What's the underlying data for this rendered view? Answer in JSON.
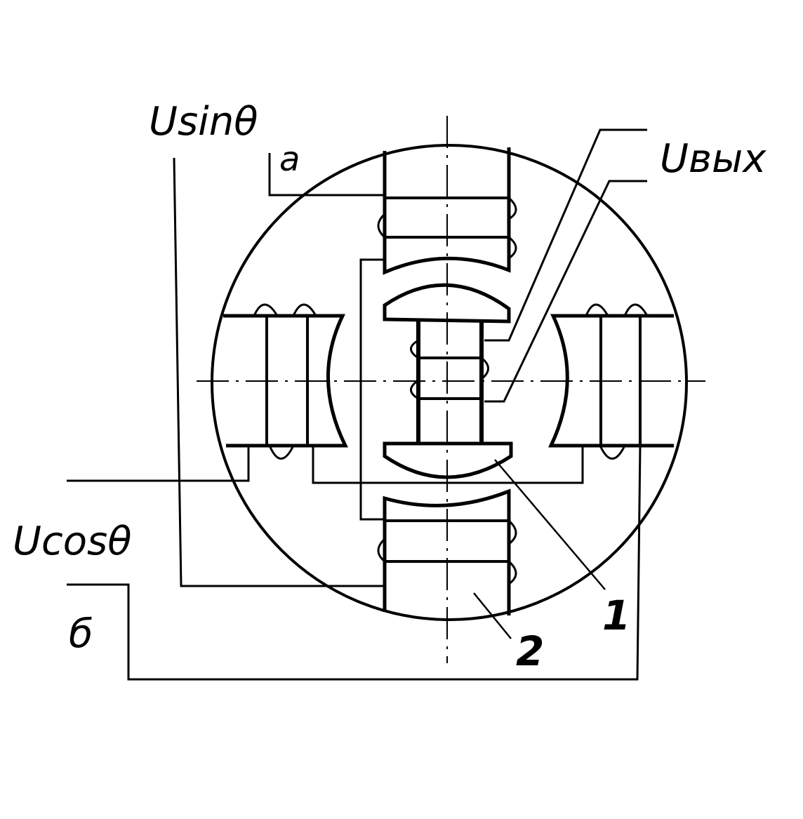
{
  "labels": {
    "u_sin": "Usinθ",
    "a": "a",
    "u_out": "Uвых",
    "u_cos": "Ucosθ",
    "b": "б",
    "callout_1": "1",
    "callout_2": "2"
  },
  "colors": {
    "ink": "#000000",
    "paper": "#ffffff"
  }
}
